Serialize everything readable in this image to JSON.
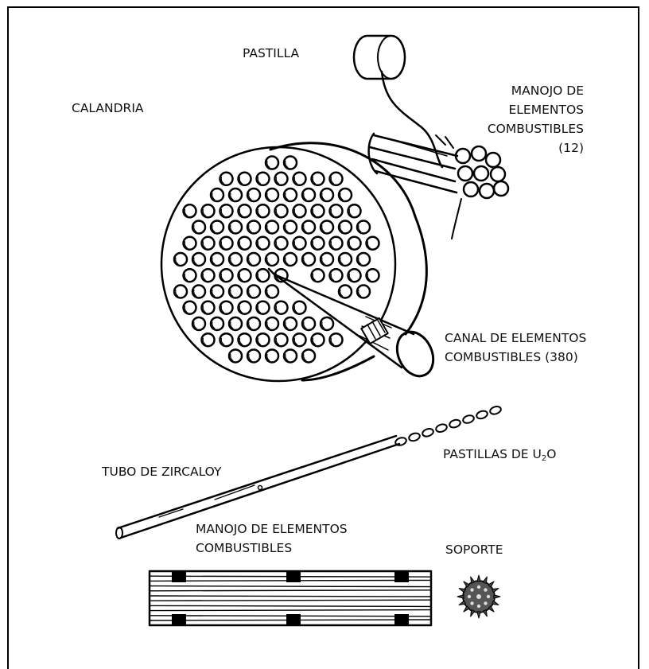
{
  "labels": {
    "pastilla": "PASTILLA",
    "calandria": "CALANDRIA",
    "manojo_12_l1": "MANOJO DE",
    "manojo_12_l2": "ELEMENTOS",
    "manojo_12_l3": "COMBUSTIBLES",
    "manojo_12_l4": "(12)",
    "canal_l1": "CANAL DE ELEMENTOS",
    "canal_l2": "COMBUSTIBLES (380)",
    "pastillas_pre": "PASTILLAS DE U",
    "pastillas_sub": "2",
    "pastillas_post": "O",
    "tubo": "TUBO DE ZIRCALOY",
    "manojo_l1": "MANOJO DE ELEMENTOS",
    "manojo_l2": "COMBUSTIBLES",
    "soporte": "SOPORTE"
  }
}
